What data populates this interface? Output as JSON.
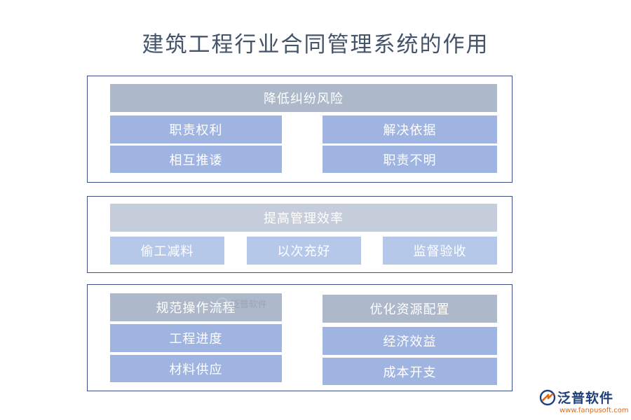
{
  "title": "建筑工程行业合同管理系统的作用",
  "section1": {
    "header": "降低纠纷风险",
    "left": [
      "职责权利",
      "相互推诿"
    ],
    "right": [
      "解决依据",
      "职责不明"
    ]
  },
  "section2": {
    "header": "提高管理效率",
    "items": [
      "偷工减料",
      "以次充好",
      "监督验收"
    ]
  },
  "section3": {
    "left_header": "规范操作流程",
    "left": [
      "工程进度",
      "材料供应"
    ],
    "right_header": "优化资源配置",
    "right": [
      "经济效益",
      "成本开支"
    ]
  },
  "watermark": {
    "text": "泛普软件"
  },
  "brand": {
    "name": "泛普软件",
    "url": "www.fanpusoft.com"
  },
  "colors": {
    "border": "#3e4f88",
    "header_gray": "#adb9ca",
    "header_light": "#c6cdda",
    "item_blue": "#9fb4e0",
    "item_light": "#b6c8ea",
    "title": "#44546a"
  }
}
